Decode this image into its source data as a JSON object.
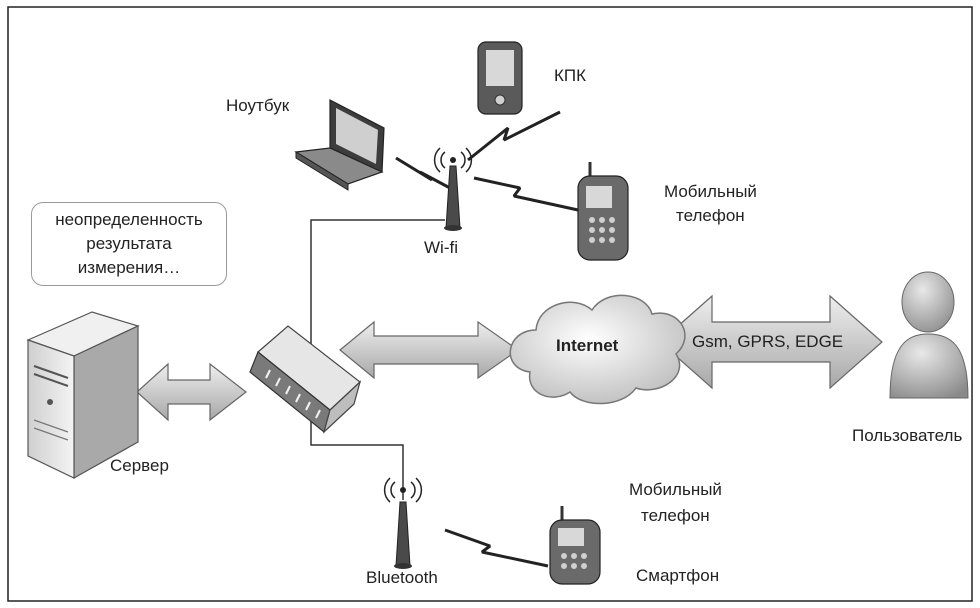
{
  "diagram": {
    "labels": {
      "pda": "КПК",
      "laptop": "Ноутбук",
      "mobile_top_line1": "Мобильный",
      "mobile_top_line2": "телефон",
      "wifi": "Wi-fi",
      "server": "Сервер",
      "internet": "Internet",
      "gsm": "Gsm, GPRS, EDGE",
      "user": "Пользователь",
      "mobile_bottom_line1": "Мобильный",
      "mobile_bottom_line2": "телефон",
      "smartphone": "Смартфон",
      "bluetooth": "Bluetooth"
    },
    "note": {
      "line1": "неопределенность",
      "line2": "результата",
      "line3": "измерения…"
    }
  }
}
